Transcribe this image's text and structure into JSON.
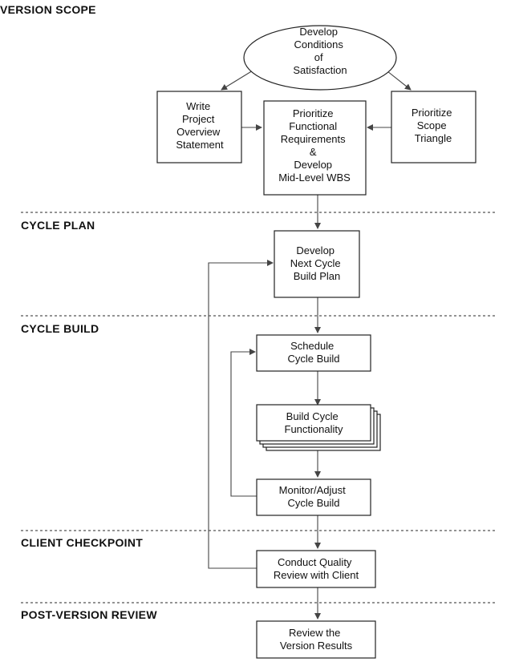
{
  "phases": {
    "version_scope": "VERSION SCOPE",
    "cycle_plan": "CYCLE PLAN",
    "cycle_build": "CYCLE BUILD",
    "client_checkpoint": "CLIENT CHECKPOINT",
    "post_version_review": "POST-VERSION REVIEW"
  },
  "nodes": {
    "conditions": [
      "Develop",
      "Conditions",
      "of",
      "Satisfaction"
    ],
    "overview": [
      "Write",
      "Project",
      "Overview",
      "Statement"
    ],
    "prioritize_functional": [
      "Prioritize",
      "Functional",
      "Requirements",
      "&",
      "Develop",
      "Mid-Level WBS"
    ],
    "scope_triangle": [
      "Prioritize",
      "Scope",
      "Triangle"
    ],
    "next_cycle": [
      "Develop",
      "Next Cycle",
      "Build Plan"
    ],
    "schedule": [
      "Schedule",
      "Cycle Build"
    ],
    "build_functionality": [
      "Build Cycle",
      "Functionality"
    ],
    "monitor": [
      "Monitor/Adjust",
      "Cycle Build"
    ],
    "quality_review": [
      "Conduct Quality",
      "Review with Client"
    ],
    "version_results": [
      "Review the",
      "Version Results"
    ]
  },
  "colors": {
    "ink": "#111111",
    "line": "#444444",
    "fill": "#ffffff"
  }
}
